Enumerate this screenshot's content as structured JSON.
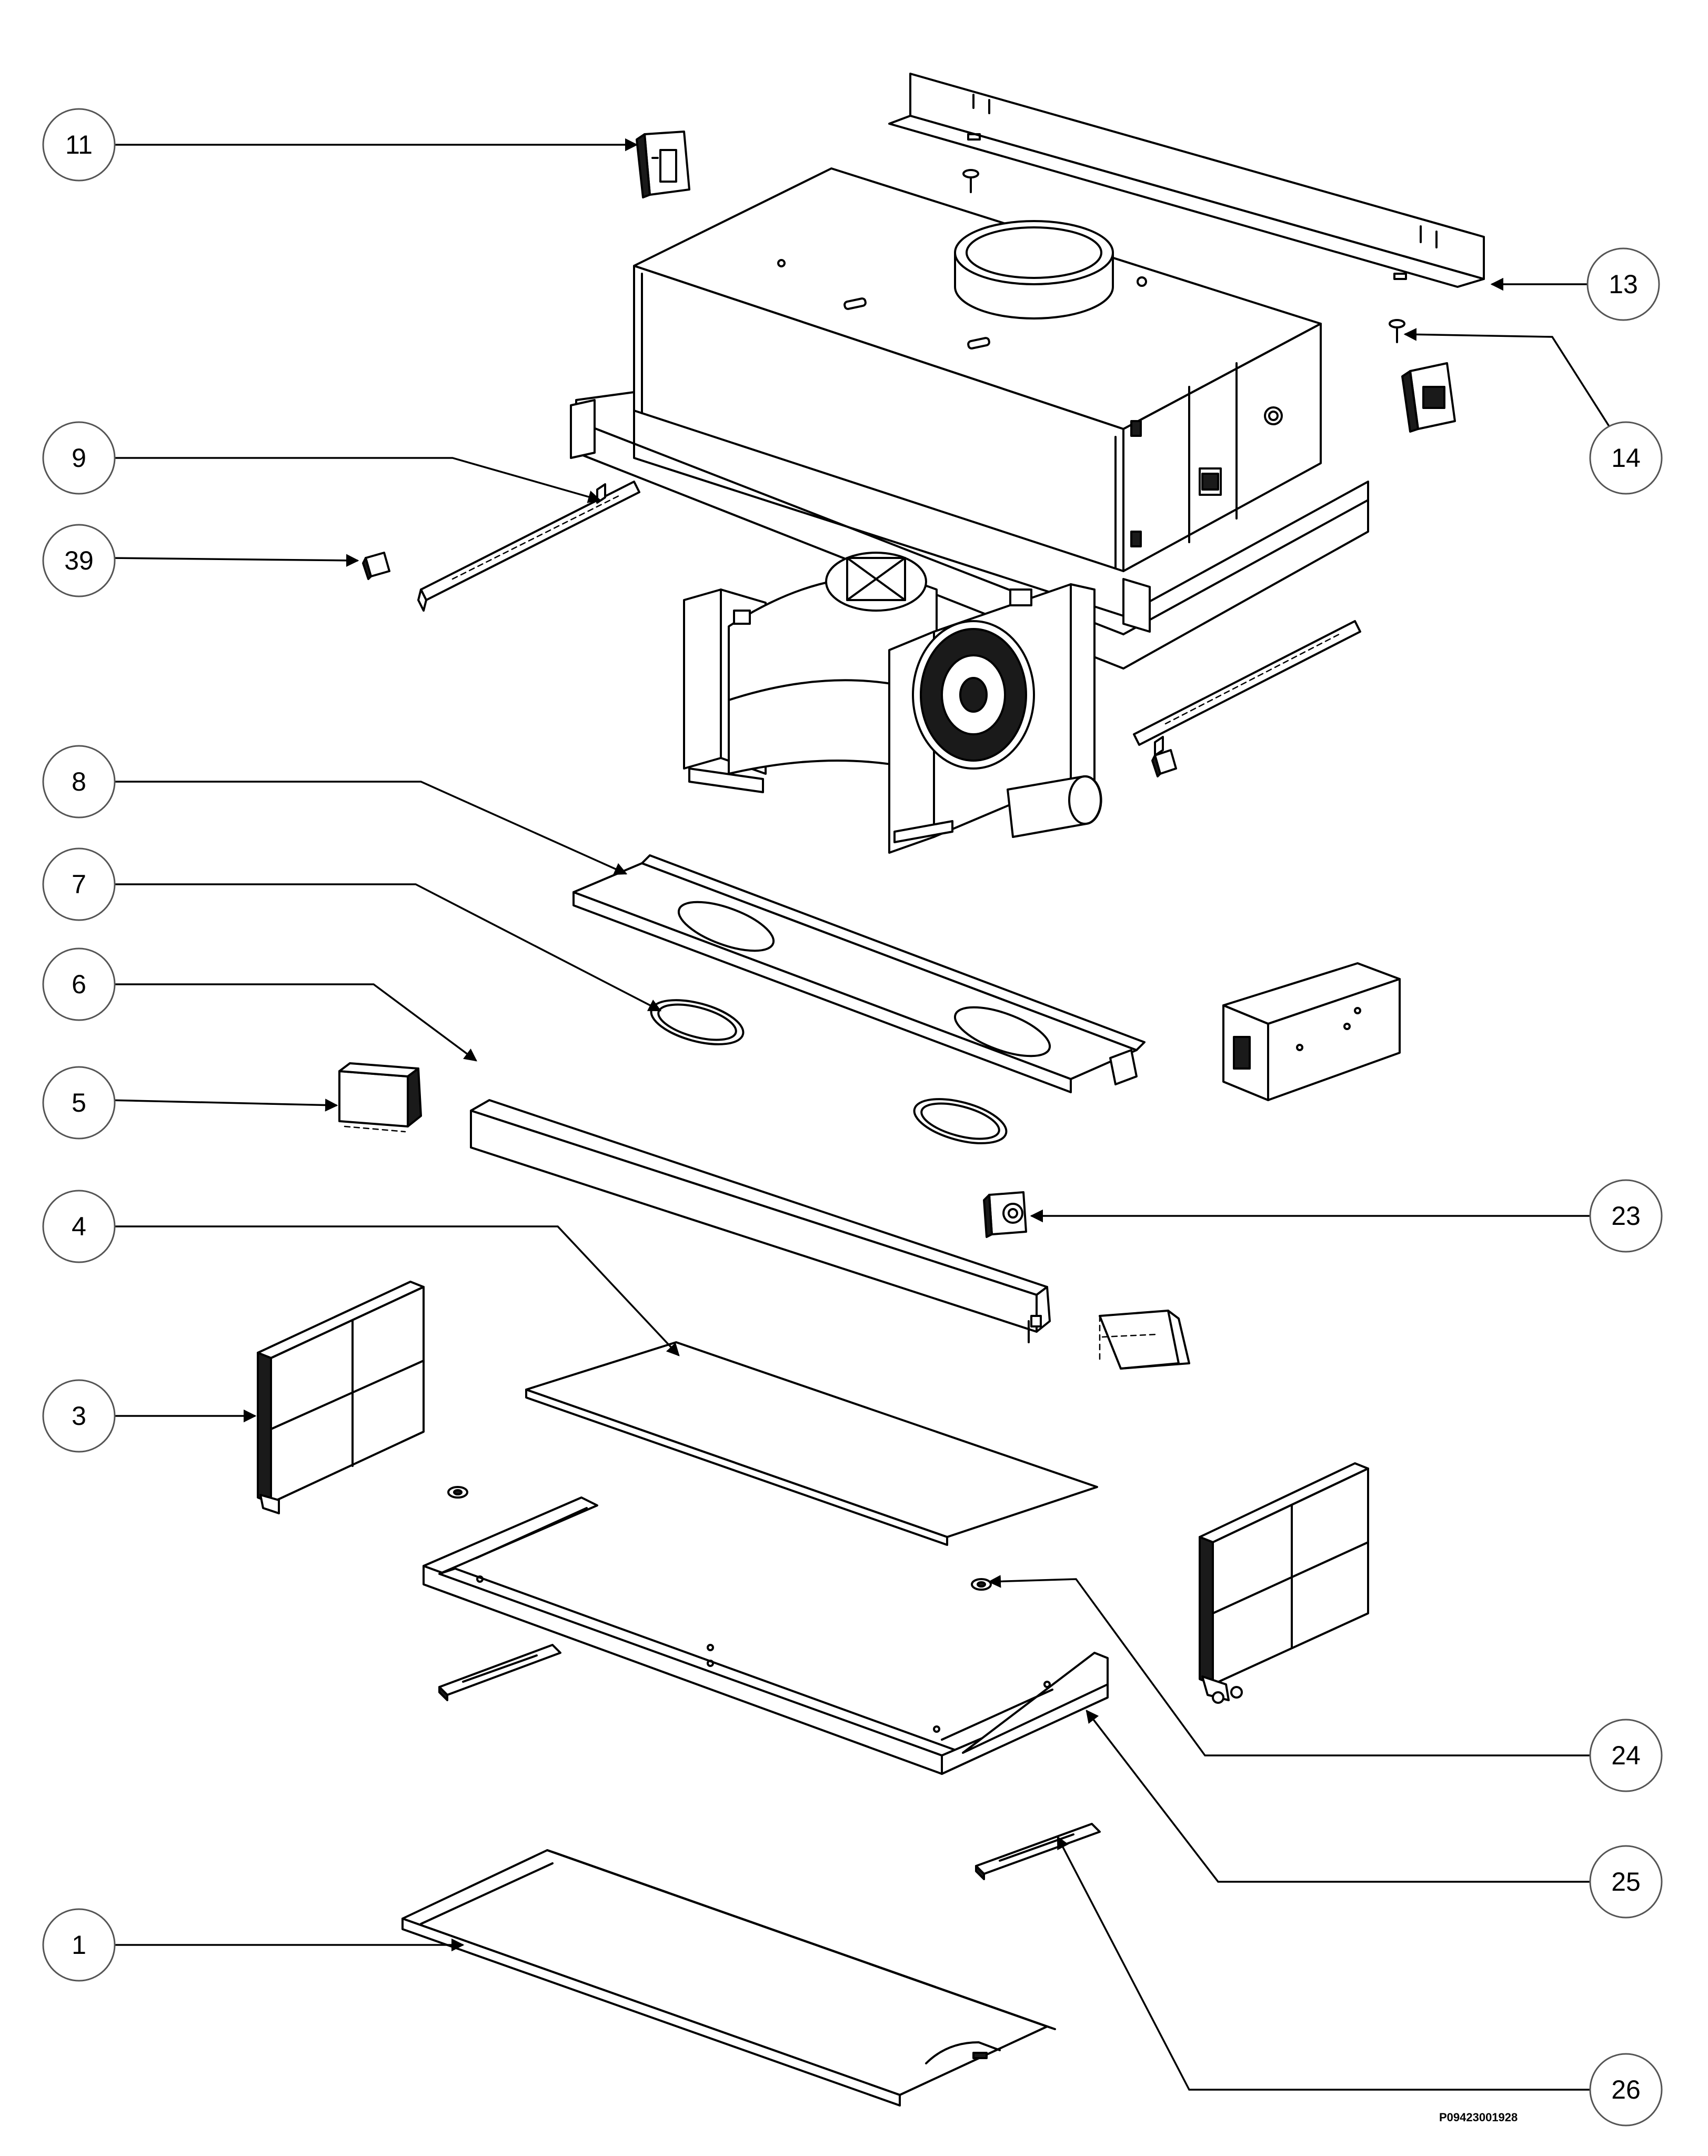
{
  "drawing_ref": "P09423001928",
  "callouts": [
    {
      "id": "c11",
      "label": "11"
    },
    {
      "id": "c13",
      "label": "13"
    },
    {
      "id": "c14",
      "label": "14"
    },
    {
      "id": "c9",
      "label": "9"
    },
    {
      "id": "c39",
      "label": "39"
    },
    {
      "id": "c8",
      "label": "8"
    },
    {
      "id": "c7",
      "label": "7"
    },
    {
      "id": "c6",
      "label": "6"
    },
    {
      "id": "c5",
      "label": "5"
    },
    {
      "id": "c23",
      "label": "23"
    },
    {
      "id": "c4",
      "label": "4"
    },
    {
      "id": "c3",
      "label": "3"
    },
    {
      "id": "c24",
      "label": "24"
    },
    {
      "id": "c25",
      "label": "25"
    },
    {
      "id": "c1",
      "label": "1"
    },
    {
      "id": "c26",
      "label": "26"
    }
  ],
  "colors": {
    "line": "#000000",
    "callout_border": "#555555",
    "background": "#ffffff"
  }
}
